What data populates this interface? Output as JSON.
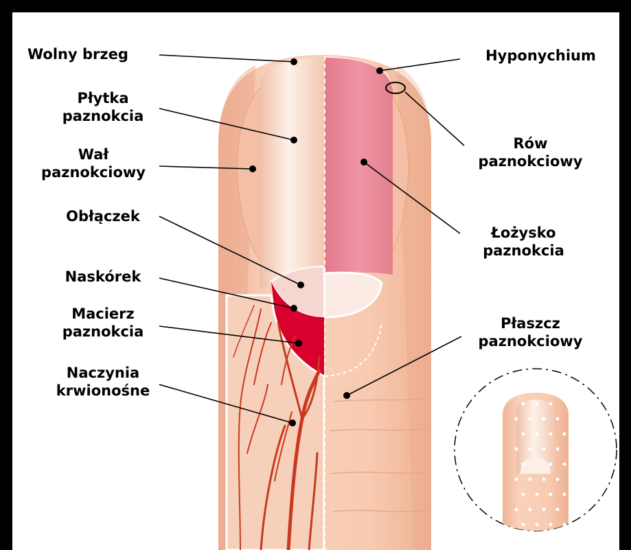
{
  "labels": {
    "left": [
      {
        "id": "free-edge",
        "text": "Wolny brzeg"
      },
      {
        "id": "nail-plate",
        "text": "Płytka\npaznokcia"
      },
      {
        "id": "nail-fold",
        "text": "Wał\npaznokciowy"
      },
      {
        "id": "lunula",
        "text": "Obłączek"
      },
      {
        "id": "cuticle",
        "text": "Naskórek"
      },
      {
        "id": "nail-matrix",
        "text": "Macierz\npaznokcia"
      },
      {
        "id": "blood-vessels",
        "text": "Naczynia\nkrwionośne"
      }
    ],
    "right": [
      {
        "id": "hyponychium",
        "text": "Hyponychium"
      },
      {
        "id": "nail-groove",
        "text": "Rów\npaznokciowy"
      },
      {
        "id": "nail-bed",
        "text": "Łożysko\npaznokcia"
      },
      {
        "id": "nail-mantle",
        "text": "Płaszcz\npaznokciowy"
      }
    ]
  },
  "colors": {
    "background": "#000000",
    "panel": "#ffffff",
    "skin": "#f6c7ad",
    "skin_shadow": "#eaa98c",
    "nail_plate": "#f7d9c8",
    "nail_bed": "#e98a9b",
    "lunula": "#f8e6e2",
    "matrix": "#d8002c",
    "vessel": "#c8391f",
    "line": "#000000"
  }
}
